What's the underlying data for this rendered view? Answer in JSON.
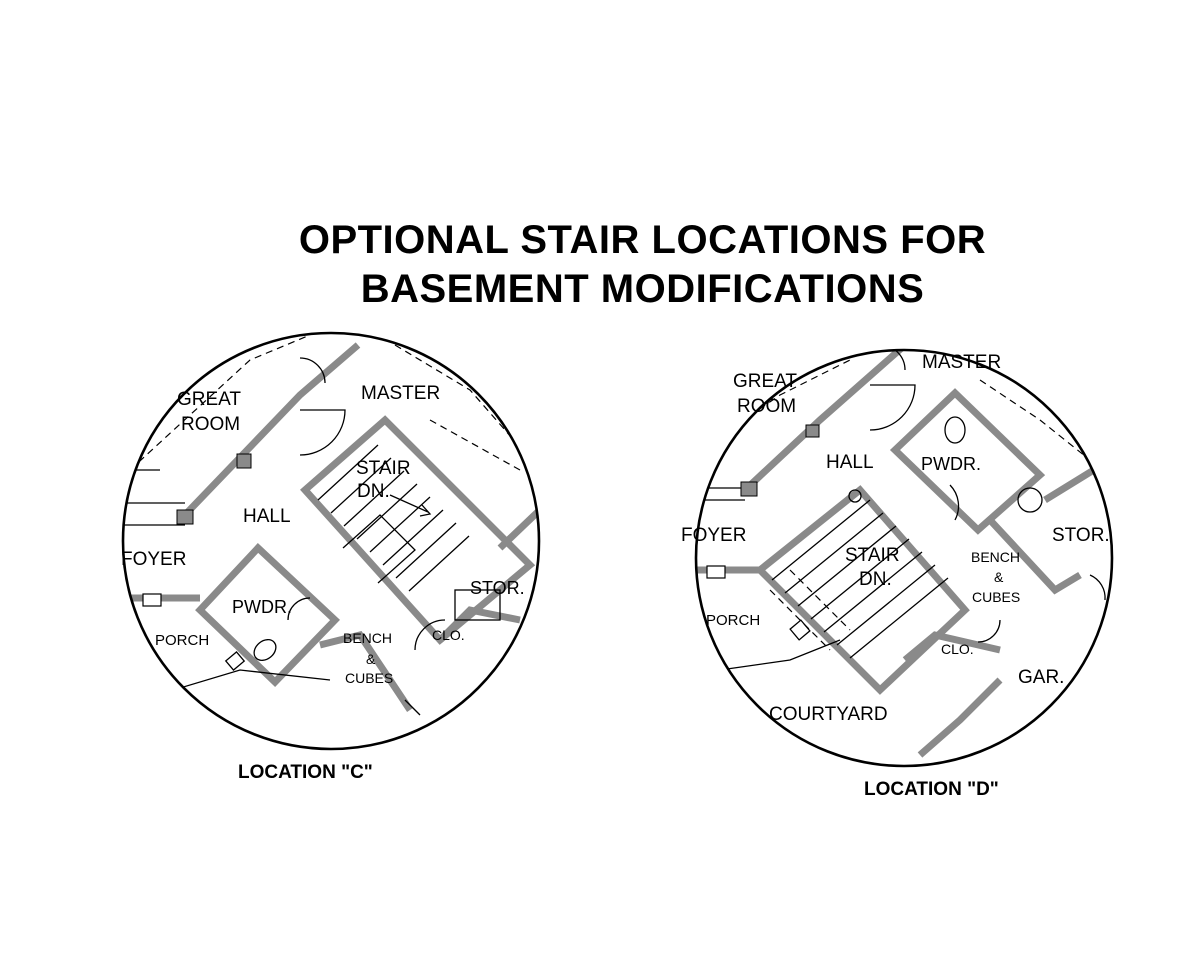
{
  "title": {
    "line1": "OPTIONAL STAIR LOCATIONS FOR",
    "line2": "BASEMENT MODIFICATIONS"
  },
  "location_c": {
    "caption": "LOCATION \"C\"",
    "rooms": {
      "great": "GREAT",
      "room": "ROOM",
      "master": "MASTER",
      "stair": "STAIR",
      "dn": "DN.",
      "hall": "HALL",
      "foyer": "FOYER",
      "pwdr": "PWDR.",
      "stor": "STOR.",
      "porch": "PORCH",
      "bench": "BENCH",
      "amp": "&",
      "cubes": "CUBES",
      "clo": "CLO."
    }
  },
  "location_d": {
    "caption": "LOCATION \"D\"",
    "rooms": {
      "great": "GREAT",
      "room": "ROOM",
      "master": "MASTER",
      "hall": "HALL",
      "pwdr": "PWDR.",
      "foyer": "FOYER",
      "stair": "STAIR",
      "dn": "DN.",
      "stor": "STOR.",
      "bench": "BENCH",
      "amp": "&",
      "cubes": "CUBES",
      "porch": "PORCH",
      "clo": "CLO.",
      "gar": "GAR.",
      "courtyard": "COURTYARD"
    }
  }
}
